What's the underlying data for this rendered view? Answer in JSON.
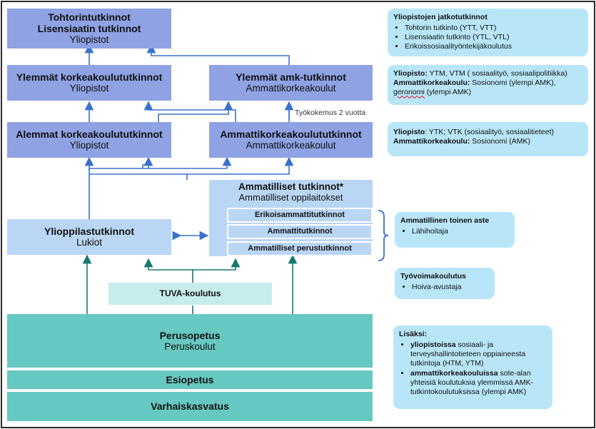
{
  "boxes": {
    "doctoral": {
      "title1": "Tohtorintutkinnot",
      "title2": "Lisensiaatin tutkinnot",
      "sub": "Yliopistot"
    },
    "higher_univ": {
      "title": "Ylemmät korkeakoulututkinnot",
      "sub": "Yliopistot"
    },
    "higher_amk": {
      "title": "Ylemmät amk-tutkinnot",
      "sub": "Ammattikorkeakoulut"
    },
    "lower_univ": {
      "title": "Alemmat korkeakoulututkinnot",
      "sub": "Yliopistot"
    },
    "amk": {
      "title": "Ammattikorkeakoulututkinnot",
      "sub": "Ammattikorkeakoulut"
    },
    "vocational": {
      "title": "Ammatilliset tutkinnot*",
      "sub": "Ammatilliset oppilaitokset",
      "items": [
        "Erikoisammattitutkinnot",
        "Ammattitutkinnot",
        "Ammatilliset perustutkinnot"
      ]
    },
    "matric": {
      "title": "Ylioppilastutkinnot",
      "sub": "Lukiot"
    },
    "tuva": {
      "title": "TUVA-koulutus"
    },
    "basic": {
      "title": "Perusopetus",
      "sub": "Peruskoulut"
    },
    "preschool": {
      "title": "Esiopetus"
    },
    "ecec": {
      "title": "Varhaiskasvatus"
    }
  },
  "work_experience_note": "Työkokemus 2 vuotta",
  "side": {
    "postgrad": {
      "heading": "Yliopistojen jatkotutkinnot",
      "items": [
        "Tohtorin tutkinto (YTT, VTT)",
        "Lisensiaatin tutkinto (YTL, VTL)",
        "Erikoissosiaalityöntekijäkoulutus"
      ]
    },
    "higher": {
      "l1_bold": "Yliopisto:",
      "l1": " YTM, VTM ( sosiaalityö, sosiaalipolitiikka)",
      "l2_bold": "Ammattikorkeakoulu:",
      "l2": " Sosionomi (ylempi AMK),",
      "l3_u": "geronomi",
      "l3": " (ylempi AMK)"
    },
    "lower": {
      "l1_bold": "Yliopisto",
      "l1": ": YTK; VTK (sosiaalityö, sosiaalitieteet)",
      "l2_bold": "Ammattikorkeakoulu:",
      "l2": " Sosionomi (AMK)"
    },
    "secondary": {
      "heading": "Ammatillinen toinen aste",
      "items": [
        "Lähihoitaja"
      ]
    },
    "labour": {
      "heading": "Työvoimakoulutus",
      "items": [
        "Hoiva-avustaja"
      ]
    },
    "extra": {
      "heading": "Lisäksi:",
      "i1_bold": "yliopistoissa",
      "i1": " sosiaali- ja terveyshallintotieteen oppiaineesta tutkintoja (HTM, YTM)",
      "i2_bold": "ammattikorkeakouluissa",
      "i2": " sote-alan yhteisiä koulutuksia ylemmissä AMK-tutkintokoulutuksissa (ylempi AMK)"
    }
  },
  "colors": {
    "dark_box": "#8ea2e4",
    "light_box": "#bad6f5",
    "teal": "#66c8c0",
    "teal_light": "#c7ecec",
    "arrow_blue": "#3a72cc",
    "arrow_teal": "#157a6e",
    "side_box": "#b8e6f8"
  }
}
